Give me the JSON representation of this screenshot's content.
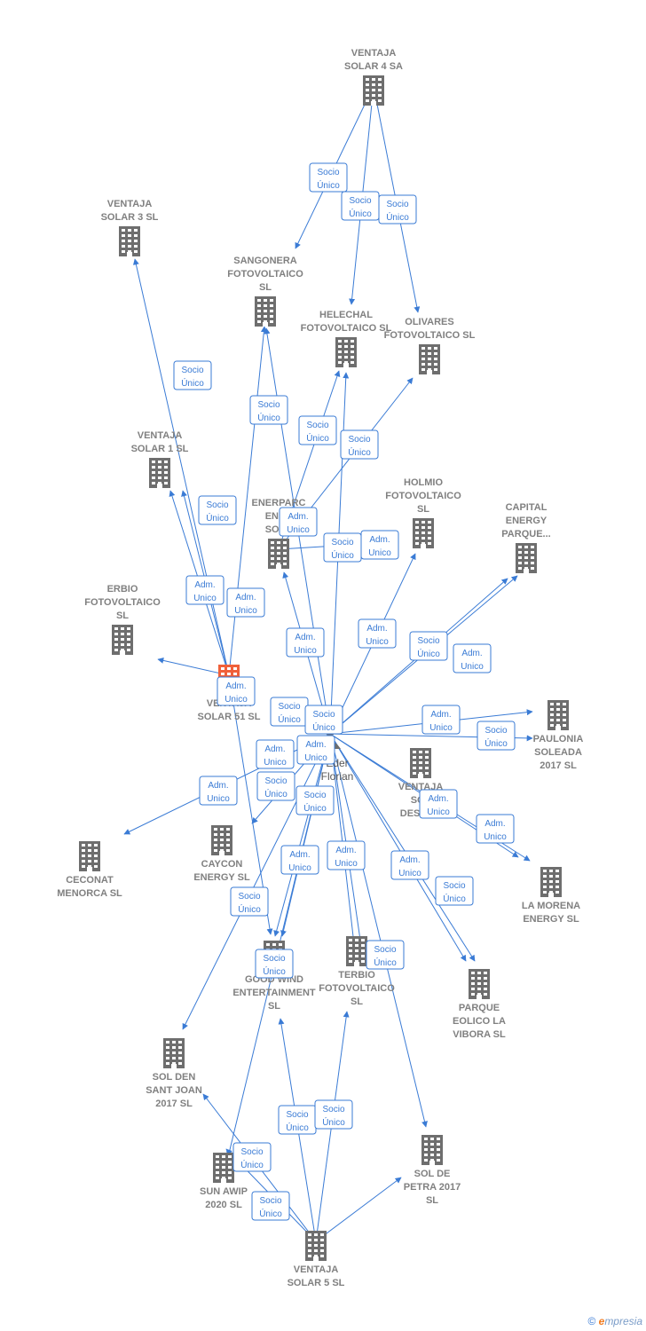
{
  "colors": {
    "edge": "#3a7bd5",
    "building": "#6e6e6e",
    "building_main": "#f0603a",
    "label": "#808080"
  },
  "center_person": {
    "id": "person",
    "lines": [
      "Eder",
      "Florian"
    ]
  },
  "nodes": [
    {
      "id": "vs4",
      "lines": [
        "VENTAJA",
        "SOLAR 4 SA"
      ],
      "icon": "building-icon",
      "main": false
    },
    {
      "id": "vs3",
      "lines": [
        "VENTAJA",
        "SOLAR 3  SL"
      ],
      "icon": "building-icon",
      "main": false
    },
    {
      "id": "sang",
      "lines": [
        "SANGONERA",
        "FOTOVOLTAICO",
        "SL"
      ],
      "icon": "building-icon",
      "main": false
    },
    {
      "id": "hel",
      "lines": [
        "HELECHAL",
        "FOTOVOLTAICO SL"
      ],
      "icon": "building-icon",
      "main": false
    },
    {
      "id": "oli",
      "lines": [
        "OLIVARES",
        "FOTOVOLTAICO SL"
      ],
      "icon": "building-icon",
      "main": false
    },
    {
      "id": "vs1",
      "lines": [
        "VENTAJA",
        "SOLAR 1  SL"
      ],
      "icon": "building-icon",
      "main": false
    },
    {
      "id": "ener",
      "lines": [
        "ENERPARC",
        "ENER",
        "SOLA"
      ],
      "icon": "building-icon",
      "main": false
    },
    {
      "id": "hol",
      "lines": [
        "HOLMIO",
        "FOTOVOLTAICO",
        "SL"
      ],
      "icon": "building-icon",
      "main": false
    },
    {
      "id": "cap",
      "lines": [
        "CAPITAL",
        "ENERGY",
        "PARQUE..."
      ],
      "icon": "building-icon",
      "main": false
    },
    {
      "id": "erb",
      "lines": [
        "ERBIO",
        "FOTOVOLTAICO",
        "SL"
      ],
      "icon": "building-icon",
      "main": false
    },
    {
      "id": "vs51",
      "lines": [
        "VENTAJA",
        "SOLAR 51  SL"
      ],
      "icon": "building-icon",
      "main": true
    },
    {
      "id": "pau",
      "lines": [
        "PAULONIA",
        "SOLEADA",
        "2017  SL"
      ],
      "icon": "building-icon",
      "main": false
    },
    {
      "id": "vsd",
      "lines": [
        "VENTAJA",
        "SOL",
        "DESARR"
      ],
      "icon": "building-icon",
      "main": false
    },
    {
      "id": "cey",
      "lines": [
        "CAYCON",
        "ENERGY  SL"
      ],
      "icon": "building-icon",
      "main": false
    },
    {
      "id": "cec",
      "lines": [
        "CECONAT",
        "MENORCA SL"
      ],
      "icon": "building-icon",
      "main": false
    },
    {
      "id": "lam",
      "lines": [
        "LA MORENA",
        "ENERGY  SL"
      ],
      "icon": "building-icon",
      "main": false
    },
    {
      "id": "gw",
      "lines": [
        "GOOD WIND",
        "ENTERTAINMENT",
        "SL"
      ],
      "icon": "building-icon",
      "main": false
    },
    {
      "id": "ter",
      "lines": [
        "TERBIO",
        "FOTOVOLTAICO",
        "SL"
      ],
      "icon": "building-icon",
      "main": false
    },
    {
      "id": "pev",
      "lines": [
        "PARQUE",
        "EOLICO LA",
        "VIBORA  SL"
      ],
      "icon": "building-icon",
      "main": false
    },
    {
      "id": "sdsj",
      "lines": [
        "SOL DEN",
        "SANT JOAN",
        "2017  SL"
      ],
      "icon": "building-icon",
      "main": false
    },
    {
      "id": "saw",
      "lines": [
        "SUN AWIP",
        "2020  SL"
      ],
      "icon": "building-icon",
      "main": false
    },
    {
      "id": "sdp",
      "lines": [
        "SOL DE",
        "PETRA 2017",
        "SL"
      ],
      "icon": "building-icon",
      "main": false
    },
    {
      "id": "vs5",
      "lines": [
        "VENTAJA",
        "SOLAR 5  SL"
      ],
      "icon": "building-icon",
      "main": false
    }
  ],
  "badges": [
    {
      "lines": [
        "Socio",
        "Único"
      ]
    },
    {
      "lines": [
        "Socio",
        "Único"
      ]
    },
    {
      "lines": [
        "Socio",
        "Único"
      ]
    },
    {
      "lines": [
        "Socio",
        "Único"
      ]
    },
    {
      "lines": [
        "Socio",
        "Único"
      ]
    },
    {
      "lines": [
        "Socio",
        "Único"
      ]
    },
    {
      "lines": [
        "Socio",
        "Único"
      ]
    },
    {
      "lines": [
        "Adm.",
        "Unico"
      ]
    },
    {
      "lines": [
        "Socio",
        "Único"
      ]
    },
    {
      "lines": [
        "Adm.",
        "Unico"
      ]
    },
    {
      "lines": [
        "Socio",
        "Único"
      ]
    },
    {
      "lines": [
        "Adm.",
        "Unico"
      ]
    },
    {
      "lines": [
        "Adm.",
        "Unico"
      ]
    },
    {
      "lines": [
        "Adm.",
        "Unico"
      ]
    },
    {
      "lines": [
        "Adm.",
        "Unico"
      ]
    },
    {
      "lines": [
        "Socio",
        "Único"
      ]
    },
    {
      "lines": [
        "Adm.",
        "Unico"
      ]
    },
    {
      "lines": [
        "Adm.",
        "Unico"
      ]
    },
    {
      "lines": [
        "Socio",
        "Único"
      ]
    },
    {
      "lines": [
        "Adm.",
        "Unico"
      ]
    },
    {
      "lines": [
        "Socio",
        "Único"
      ]
    },
    {
      "lines": [
        "Socio",
        "Único"
      ]
    },
    {
      "lines": [
        "Adm.",
        "Unico"
      ]
    },
    {
      "lines": [
        "Adm.",
        "Unico"
      ]
    },
    {
      "lines": [
        "Socio",
        "Único"
      ]
    },
    {
      "lines": [
        "Adm.",
        "Unico"
      ]
    },
    {
      "lines": [
        "Socio",
        "Único"
      ]
    },
    {
      "lines": [
        "Adm.",
        "Unico"
      ]
    },
    {
      "lines": [
        "Adm.",
        "Unico"
      ]
    },
    {
      "lines": [
        "Adm.",
        "Unico"
      ]
    },
    {
      "lines": [
        "Adm.",
        "Unico"
      ]
    },
    {
      "lines": [
        "Adm.",
        "Unico"
      ]
    },
    {
      "lines": [
        "Socio",
        "Único"
      ]
    },
    {
      "lines": [
        "Socio",
        "Único"
      ]
    },
    {
      "lines": [
        "Socio",
        "Único"
      ]
    },
    {
      "lines": [
        "Socio",
        "Único"
      ]
    },
    {
      "lines": [
        "Socio",
        "Único"
      ]
    },
    {
      "lines": [
        "Socio",
        "Único"
      ]
    },
    {
      "lines": [
        "Socio",
        "Único"
      ]
    },
    {
      "lines": [
        "Socio",
        "Único"
      ]
    }
  ],
  "footer": {
    "copyright": "©",
    "brand_first": "e",
    "brand_rest": "mpresia"
  }
}
